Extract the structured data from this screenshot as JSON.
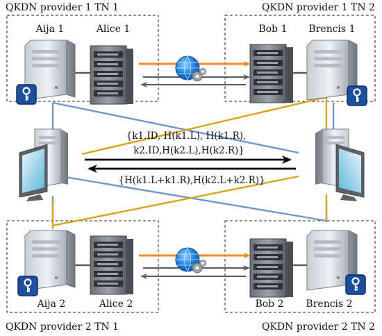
{
  "providers": {
    "tl": "QKDN provider 1 TN 1",
    "tr": "QKDN provider 1 TN 2",
    "bl": "QKDN provider 2 TN 1",
    "br": "QKDN provider 2 TN 2"
  },
  "nodes": {
    "aija1": "Aija 1",
    "alice1": "Alice 1",
    "bob1": "Bob 1",
    "brencis1": "Brencis 1",
    "aija2": "Aija 2",
    "alice2": "Alice 2",
    "bob2": "Bob 2",
    "brencis2": "Brencis 2"
  },
  "messages": {
    "line1": "{k1.ID, H(k1.L), H(k1.R),",
    "line2": "k2.ID,H(k2.L),H(k2.R)}",
    "line3": "{H(k1.L+k1.R),H(k2.L+k2.R)}"
  },
  "colors": {
    "orange": "#f08a1c",
    "gold": "#d9a21a",
    "blue": "#7096c8",
    "gray": "#5a5a5a",
    "key_badge": "#1c4f9c"
  },
  "icons": [
    "server-tower-icon",
    "rack-server-icon",
    "network-globe-icon",
    "key-icon",
    "desktop-computer-icon"
  ]
}
